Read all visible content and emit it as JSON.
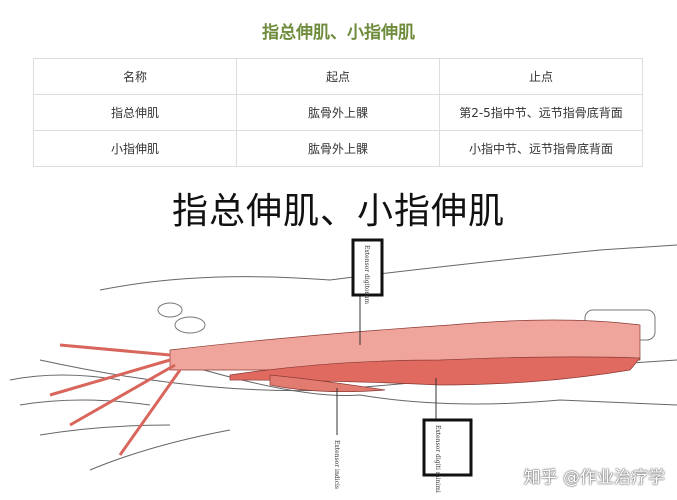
{
  "title": "指总伸肌、小指伸肌",
  "table": {
    "headers": [
      "名称",
      "起点",
      "止点"
    ],
    "rows": [
      [
        "指总伸肌",
        "肱骨外上髁",
        "第2-5指中节、远节指骨底背面"
      ],
      [
        "小指伸肌",
        "肱骨外上髁",
        "小指中节、远节指骨底背面"
      ]
    ]
  },
  "figure": {
    "title": "指总伸肌、小指伸肌",
    "labels": {
      "digitorum": "Extensor digitorum",
      "indicis": "Extensor indicis",
      "minimi": "Extensor digiti minimi"
    },
    "muscle_color": "#e8827a"
  },
  "watermark": "知乎 @作业治疗学"
}
